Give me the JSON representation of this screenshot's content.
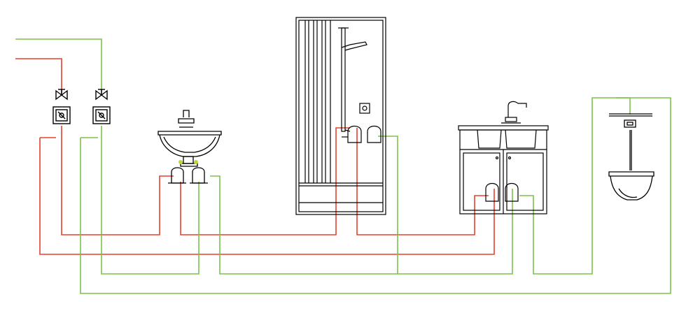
{
  "diagram": {
    "subject": "plumbing-layout",
    "colors": {
      "hot_pipe": "#e8412f",
      "cold_pipe": "#7cc24a",
      "fixture_stroke": "#000000",
      "background": "#ffffff",
      "highlight_dot": "#b8d83a"
    },
    "fixtures": [
      {
        "id": "valve-hot",
        "icon": "shutoff-valve-icon"
      },
      {
        "id": "valve-cold",
        "icon": "shutoff-valve-icon"
      },
      {
        "id": "meter-hot",
        "icon": "water-meter-icon"
      },
      {
        "id": "meter-cold",
        "icon": "water-meter-icon"
      },
      {
        "id": "washbasin",
        "icon": "washbasin-icon"
      },
      {
        "id": "shower-cabin",
        "icon": "shower-cabin-icon"
      },
      {
        "id": "kitchen-sink-cabinet",
        "icon": "kitchen-sink-icon"
      },
      {
        "id": "toilet",
        "icon": "wall-hung-toilet-icon"
      }
    ]
  }
}
